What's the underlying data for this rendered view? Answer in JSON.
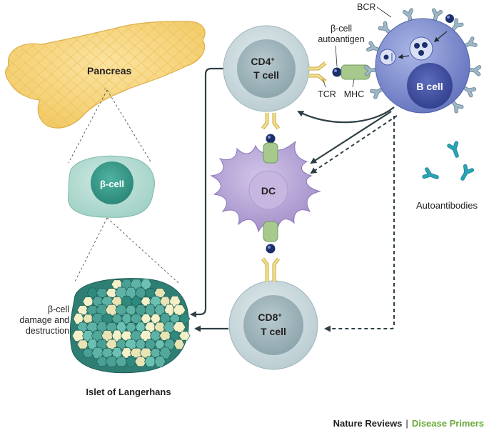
{
  "labels": {
    "pancreas": "Pancreas",
    "beta_cell": "β-cell",
    "cd4_line1": "CD4",
    "cd4_sup": "+",
    "cd4_line2": "T cell",
    "beta_autoantigen_line1": "β-cell",
    "beta_autoantigen_line2": "autoantigen",
    "bcr": "BCR",
    "b_cell": "B cell",
    "tcr": "TCR",
    "mhc": "MHC",
    "dc": "DC",
    "autoantibodies": "Autoantibodies",
    "damage_line1": "β-cell",
    "damage_line2": "damage and",
    "damage_line3": "destruction",
    "islet": "Islet of Langerhans",
    "cd8_line1": "CD8",
    "cd8_sup": "+",
    "cd8_line2": "T cell"
  },
  "footer": {
    "journal": "Nature Reviews",
    "separator": "|",
    "series": "Disease Primers"
  },
  "colors": {
    "pancreas": "#f6d27a",
    "t_cell": "#c9d8dc",
    "t_cell_core": "#a6bcc2",
    "b_cell": "#7f8fcf",
    "dc": "#b5a3d4",
    "islet": "#3d9b8f",
    "receptor_yellow": "#f1e08a",
    "mhc_green": "#a8c98e",
    "antibody": "#2aa5b8",
    "footer_green": "#6aaa3a"
  }
}
